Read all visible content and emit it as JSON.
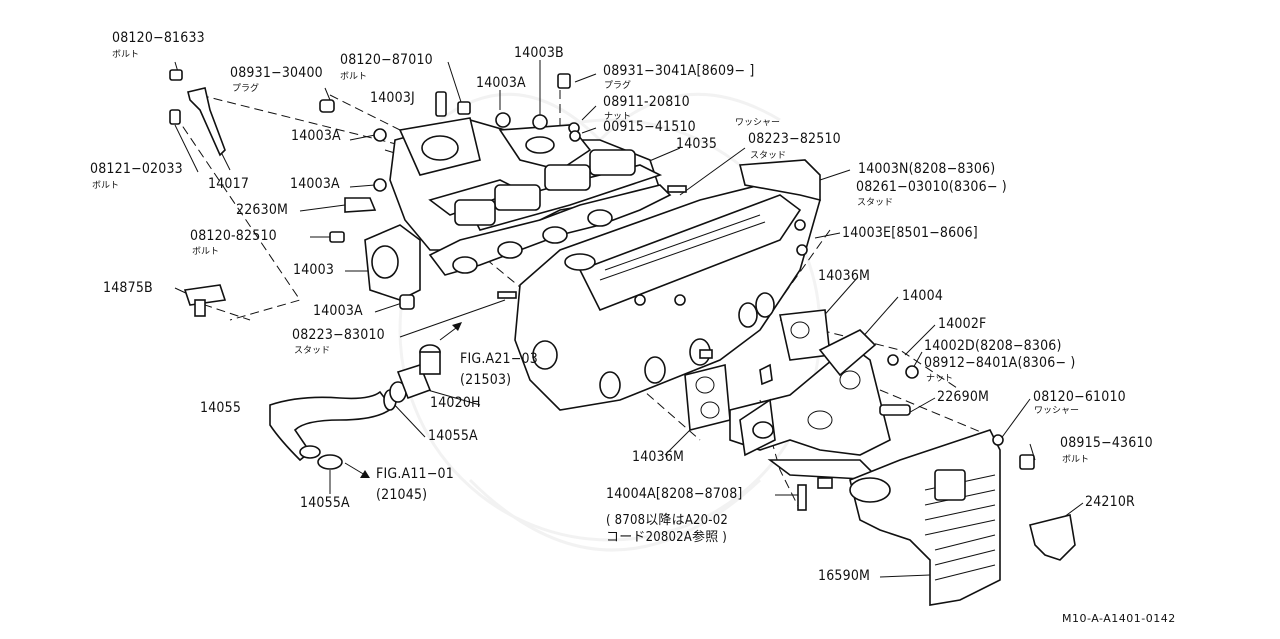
{
  "diagram_code": "M10-A-A1401-0142",
  "labels": {
    "l08120_81633": "08120−81633",
    "l08121_02033": "08121−02033",
    "l14017": "14017",
    "l08931_30400": "08931−30400",
    "l08120_87010": "08120−87010",
    "l14003J": "14003J",
    "l14003B": "14003B",
    "l14003A_top": "14003A",
    "l08931_3041A": "08931−3041A[8609−        ]",
    "l08911_20810": "08911-20810",
    "l00915_41510": "00915−41510",
    "l08223_82510": "08223−82510",
    "l14003A_1": "14003A",
    "l14035": "14035",
    "l14003A_2": "14003A",
    "l22630M": "22630M",
    "l08120_82510": "08120-82510",
    "l14003": "14003",
    "l14875B": "14875B",
    "l14003A_3": "14003A",
    "l08223_83010": "08223−83010",
    "l14003N": "14003N(8208−8306)",
    "l08261_03010": "08261−03010(8306−        )",
    "l14003E": "14003E[8501−8606]",
    "l14036M_r": "14036M",
    "l14004": "14004",
    "l14002F": "14002F",
    "l14002D": "14002D(8208−8306)",
    "l08912_8401A": "08912−8401A(8306−        )",
    "l22690M": "22690M",
    "l08120_61010": "08120−61010",
    "l08915_43610": "08915−43610",
    "l24210R": "24210R",
    "l16590M": "16590M",
    "l14004A": "14004A[8208−8708]",
    "l14036M_b": "14036M",
    "lFIGA21": "FIG.A21−03",
    "lFIGA21n": "(21503)",
    "l14020H": "14020H",
    "l14055": "14055",
    "l14055A_1": "14055A",
    "lFIGA11": "FIG.A11−01",
    "lFIGA11n": "(21045)",
    "l14055A_2": "14055A"
  },
  "subs": {
    "s_bolt1": "ボルト",
    "s_bolt2": "ボルト",
    "s_plug1": "プラグ",
    "s_bolt3": "ボルト",
    "s_plug2": "プラグ",
    "s_nut1": "ナット",
    "s_washer1": "ワッシャー",
    "s_stud1": "スタッド",
    "s_bolt4": "ボルト",
    "s_stud2": "スタッド",
    "s_stud3": "スタッド",
    "s_nut2": "ナット",
    "s_washer2": "ワッシャー",
    "s_bolt5": "ボルト"
  },
  "note": {
    "line1": "( 8708以降はA20-02",
    "line2": "コード20802A参照 )"
  }
}
